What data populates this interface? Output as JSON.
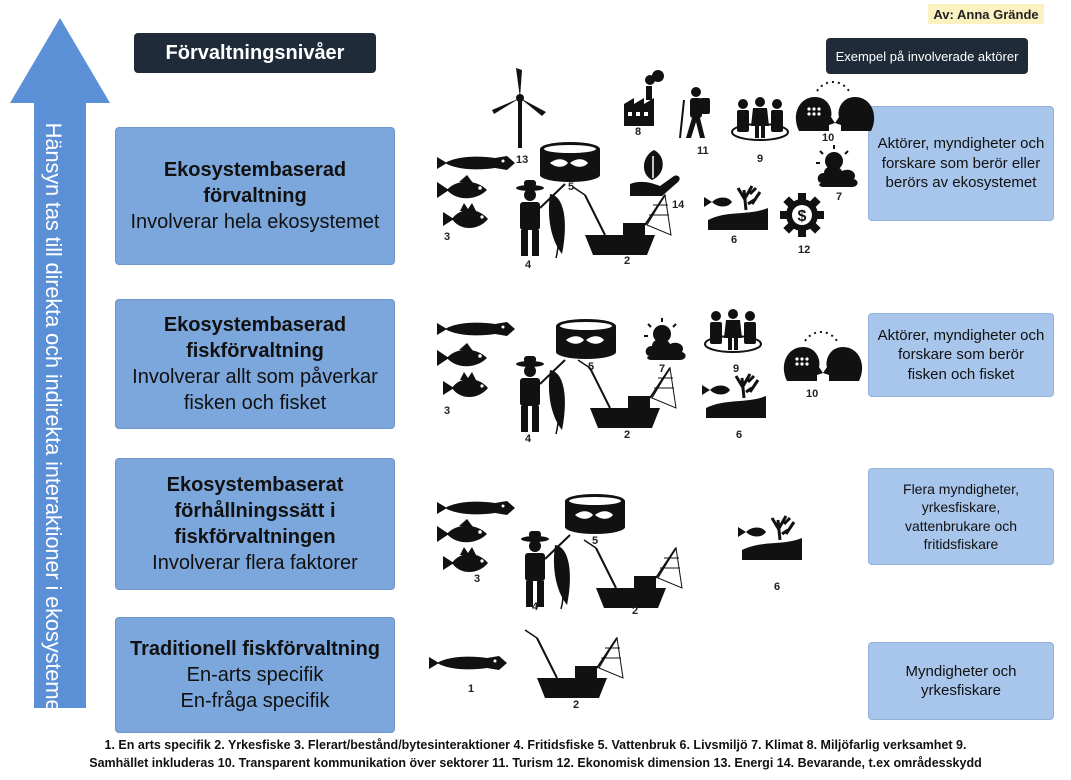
{
  "author": "Av: Anna Grände",
  "title": "Förvaltningsnivåer",
  "examples_header": "Exempel på involverade aktörer",
  "arrow_text": "Hänsyn tas till direkta och indirekta interaktioner i ekosystemet",
  "levels": [
    {
      "line1": "Ekosystembaserad",
      "line2": "förvaltning",
      "line3": "Involverar hela ekosystemet",
      "line4": ""
    },
    {
      "line1": "Ekosystembaserad",
      "line2": "fiskförvaltning",
      "line3": "Involverar allt som påverkar",
      "line4": "fisken och fisket"
    },
    {
      "line1": "Ekosystembaserat",
      "line2": "förhållningssätt i",
      "line3": "fiskförvaltningen",
      "line4": "Involverar flera faktorer"
    },
    {
      "line1": "Traditionell fiskförvaltning",
      "line2": "En-arts specifik",
      "line3": "En-fråga specifik",
      "line4": ""
    }
  ],
  "actors": [
    "Aktörer,  myndigheter och forskare som berör eller berörs av ekosystemet",
    "Aktörer, myndigheter och forskare som berör fisken och fisket",
    "Flera myndigheter, yrkesfiskare, vattenbrukare och fritidsfiskare",
    "Myndigheter och yrkesfiskare"
  ],
  "icon_numbers": {
    "n1": "1",
    "n2": "2",
    "n3": "3",
    "n4": "4",
    "n5": "5",
    "n6": "6",
    "n7": "7",
    "n8": "8",
    "n9": "9",
    "n10": "10",
    "n11": "11",
    "n12": "12",
    "n13": "13",
    "n14": "14"
  },
  "legend_line1": "1. En arts specifik 2. Yrkesfiske 3. Flerart/bestånd/bytesinteraktioner 4. Fritidsfiske 5. Vattenbruk 6. Livsmiljö 7. Klimat 8. Miljöfarlig verksamhet 9.",
  "legend_line2": "Samhället inkluderas 10. Transparent kommunikation över sektorer 11. Turism 12. Ekonomisk dimension 13. Energi 14. Bevarande, t.ex områdesskydd",
  "colors": {
    "arrow": "#5b8fd6",
    "level_box": "#7ca7dc",
    "actor_box": "#a8c5eb",
    "dark_pill": "#1f2b38",
    "author_bg": "#fcf1c1"
  }
}
